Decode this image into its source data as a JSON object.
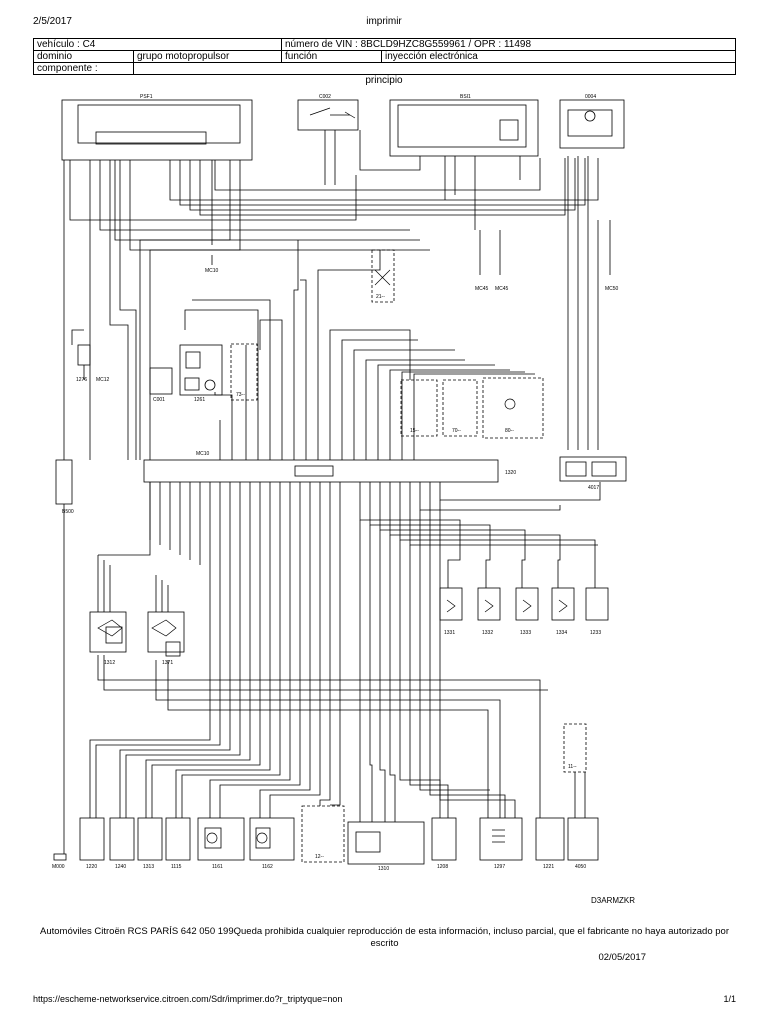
{
  "print": {
    "date": "2/5/2017",
    "title": "imprimir",
    "url": "https://escheme-networkservice.citroen.com/Sdr/imprimer.do?r_triptyque=non",
    "page": "1/1"
  },
  "meta": {
    "vehicle": "vehículo : C4",
    "vin": "número de VIN : 8BCLD9HZC8G559961 / OPR : 11498",
    "domain_label": "dominio",
    "domain_value": "grupo motopropulsor",
    "function_label": "función",
    "function_value": "inyección electrónica",
    "component_label": "componente :"
  },
  "diagram": {
    "heading": "principio",
    "code": "D3ARMZKR",
    "components": {
      "psf1": "PSF1",
      "c002": "C002",
      "bsi1": "BSI1",
      "0004": "0004",
      "mc10_top": "MC10",
      "mc45a": "MC45",
      "mc45b": "MC45",
      "mc50": "MC50",
      "1276": "1276",
      "mc12": "MC12",
      "c001": "C001",
      "1261": "1261",
      "mc10_mid": "MC10",
      "ecu": "1320",
      "b17": "4017",
      "b500": "B500",
      "1312": "1312",
      "1371": "1371",
      "1331": "1331",
      "1332": "1332",
      "1333": "1333",
      "1334": "1334",
      "1233": "1233",
      "m000": "M000",
      "1220": "1220",
      "1240": "1240",
      "1313": "1313",
      "1115": "1115",
      "1161": "1161",
      "1162": "1162",
      "1310": "1310",
      "1208": "1208",
      "1297": "1297",
      "1221": "1221",
      "4050": "4050",
      "box73": "73--",
      "box15": "15--",
      "box70": "70--",
      "box80": "80--",
      "box21": "21--",
      "box12": "12--",
      "box11": "11--"
    }
  },
  "footer": {
    "note": "Automóviles Citroën RCS PARÍS 642 050 199Queda prohibida cualquier reproducción de esta información, incluso parcial, que el fabricante no haya autorizado por escrito",
    "date": "02/05/2017"
  }
}
